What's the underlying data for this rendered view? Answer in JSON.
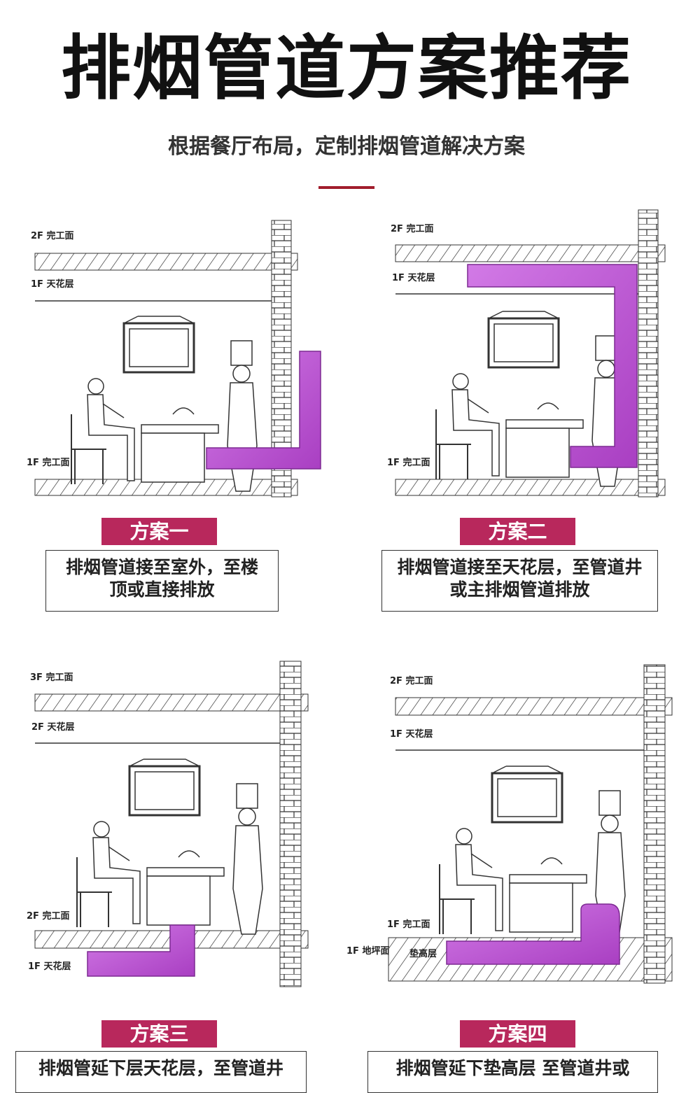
{
  "header": {
    "title": "排烟管道方案推荐",
    "subtitle": "根据餐厅布局，定制排烟管道解决方案"
  },
  "colors": {
    "accent": "#b8285c",
    "duct": "#c15ad8",
    "divider": "#a11d2c"
  },
  "plans": [
    {
      "tag": "方案一",
      "desc_line1": "排烟管道接至室外，至楼",
      "desc_line2": "顶或直接排放",
      "labels": {
        "top": "2F 完工面",
        "ceiling": "1F 天花层",
        "floor": "1F 完工面"
      }
    },
    {
      "tag": "方案二",
      "desc_line1": "排烟管道接至天花层，至管道井",
      "desc_line2": "或主排烟管道排放",
      "labels": {
        "top": "2F 完工面",
        "ceiling": "1F 天花层",
        "floor": "1F 完工面"
      }
    },
    {
      "tag": "方案三",
      "desc_line1": "排烟管延下层天花层，至管道井",
      "labels": {
        "top": "3F 完工面",
        "ceiling": "2F 天花层",
        "floor": "2F 完工面",
        "below": "1F 天花层"
      }
    },
    {
      "tag": "方案四",
      "desc_line1": "排烟管延下垫高层 至管道井或",
      "labels": {
        "top": "2F 完工面",
        "ceiling": "1F 天花层",
        "floor": "1F 完工面",
        "ground": "1F 地坪面",
        "raised": "垫高层"
      }
    }
  ]
}
